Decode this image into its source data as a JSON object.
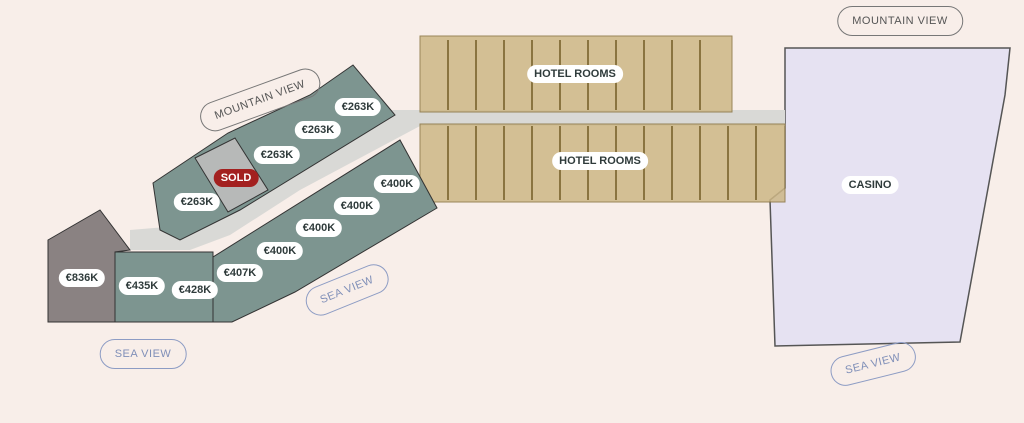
{
  "views": {
    "mountain_top": "MOUNTAIN VIEW",
    "mountain_wing": "MOUNTAIN VIEW",
    "sea_wing": "SEA VIEW",
    "sea_left": "SEA VIEW",
    "sea_casino": "SEA VIEW"
  },
  "areas": {
    "hotel_top": "HOTEL ROOMS",
    "hotel_bottom": "HOTEL ROOMS",
    "casino": "CASINO"
  },
  "units": [
    {
      "label": "€263K",
      "status": "available"
    },
    {
      "label": "€263K",
      "status": "available"
    },
    {
      "label": "€263K",
      "status": "available"
    },
    {
      "label": "SOLD",
      "status": "sold"
    },
    {
      "label": "€263K",
      "status": "available"
    },
    {
      "label": "€400K",
      "status": "available"
    },
    {
      "label": "€400K",
      "status": "available"
    },
    {
      "label": "€400K",
      "status": "available"
    },
    {
      "label": "€400K",
      "status": "available"
    },
    {
      "label": "€407K",
      "status": "available"
    },
    {
      "label": "€428K",
      "status": "available"
    },
    {
      "label": "€435K",
      "status": "available"
    },
    {
      "label": "€836K",
      "status": "available"
    }
  ],
  "colors": {
    "apartment": "#7d9590",
    "sold": "#b7b9b8",
    "penthouse": "#8a8282",
    "hotel": "#cdb786",
    "casino": "#e6e2f2",
    "corridor": "#d9d9d6"
  }
}
